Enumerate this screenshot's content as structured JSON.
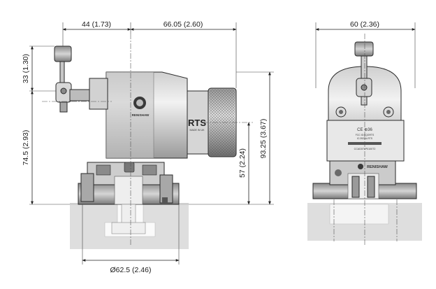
{
  "dimensions": {
    "probe_offset_left": "44 (1.73)",
    "body_length": "66.05 (2.60)",
    "stylus_height": "33 (1.30)",
    "height_to_base": "74.5 (2.93)",
    "overall_height": "93.25 (3.67)",
    "centre_height": "57 (2.24)",
    "base_diameter": "Ø62.5 (2.46)",
    "end_width": "60 (2.36)"
  },
  "labels": {
    "side_brand": "RTS",
    "side_small_text": "MADE IN UK",
    "side_logo_text": "RENISHAW",
    "end_logo_text": "RENISHAW",
    "end_ce_mark": "CE ⊕36",
    "end_line_1": "FCC ID:KQGRTS",
    "end_line_2": "IC:3928A-RTS",
    "end_line_3": "CCAD07LP0100T2"
  },
  "colors": {
    "body_light": "#e6e6e6",
    "body_mid": "#bdbdbd",
    "body_dark": "#6e6e6e",
    "table": "#dcdcdc",
    "line": "#222222"
  }
}
